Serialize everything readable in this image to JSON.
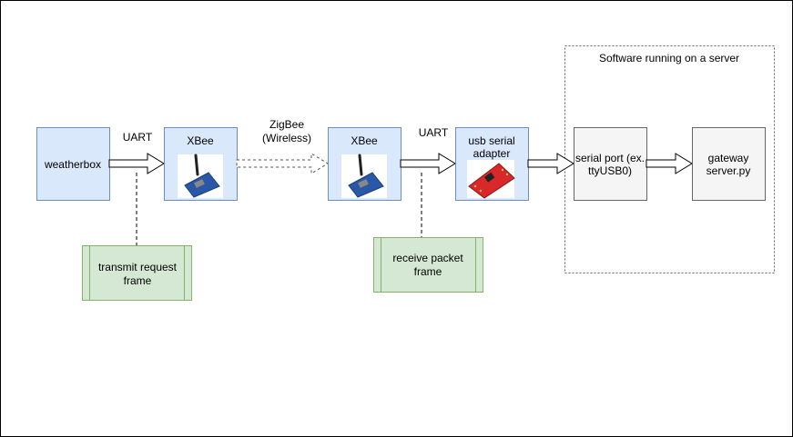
{
  "boxes": {
    "weatherbox": "weatherbox",
    "xbee1": "XBee",
    "xbee2": "XBee",
    "usb_adapter": [
      "usb serial",
      "adapter"
    ],
    "serial_port": [
      "serial port (ex.",
      "ttyUSB0)"
    ],
    "gateway": [
      "gateway",
      "server.py"
    ]
  },
  "notes": {
    "transmit": [
      "transmit request",
      "frame"
    ],
    "receive": [
      "receive packet",
      "frame"
    ]
  },
  "links": {
    "uart1": "UART",
    "zigbee": [
      "ZigBee",
      "(Wireless)"
    ],
    "uart2": "UART"
  },
  "group_label": "Software running on a server",
  "colors": {
    "blue_fill": "#dae8fc",
    "blue_stroke": "#6c8ebf",
    "green_fill": "#d5e8d4",
    "green_stroke": "#82b366",
    "gray_fill": "#f5f5f5",
    "gray_stroke": "#666666",
    "border": "#000000"
  }
}
